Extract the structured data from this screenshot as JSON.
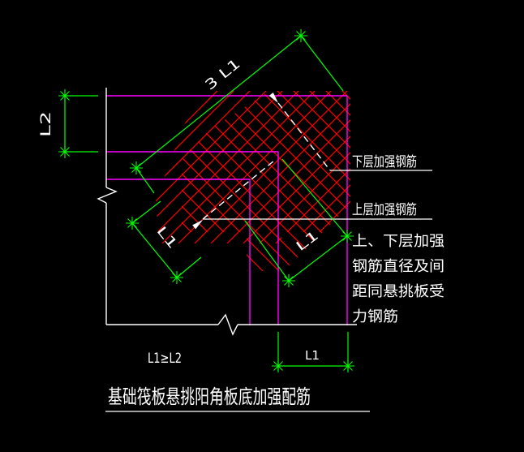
{
  "drawing": {
    "colors": {
      "background": "#000000",
      "slab_edge": "#ff00ff",
      "cut_edge": "#ffffff",
      "rebar": "#ff0000",
      "dimension": "#00ff00",
      "annotation_text": "#ffffff"
    },
    "annotations": {
      "lower_layer_label": "下层加强钢筋",
      "upper_layer_label": "上层加强钢筋",
      "note_line1": "上、下层加强",
      "note_line2": "钢筋直径及间",
      "note_line3": "距同悬挑板受",
      "note_line4": "力钢筋",
      "condition": "L1≥L2",
      "title": "基础筏板悬挑阳角板底加强配筋"
    },
    "dimensions": {
      "left_vertical": "L2",
      "diagonal_top": "3 L1",
      "diagonal_left": "L1",
      "diagonal_right": "L1",
      "bottom_horizontal": "L1"
    }
  }
}
